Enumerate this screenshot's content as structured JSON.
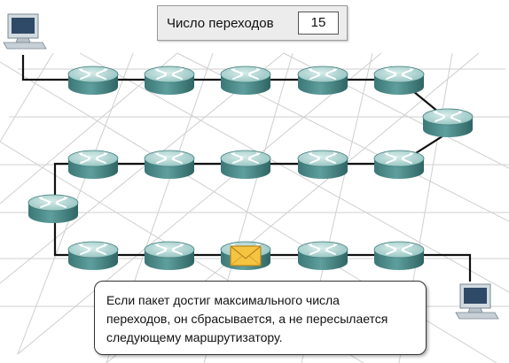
{
  "hop_counter": {
    "label": "Число переходов",
    "value": "15"
  },
  "callout": {
    "lines": [
      "Если пакет достиг максимального числа",
      "переходов, он сбрасывается, а не пересылается",
      "следующему маршрутизатору."
    ]
  },
  "colors": {
    "router_body": "#4f8e8d",
    "router_top": "#b9dcda",
    "link": "#111111",
    "grid": "#c9c9c9",
    "envelope": "#f5c542",
    "pc_body": "#cfd7dd"
  },
  "icons": [
    "computer-icon",
    "router-icon",
    "envelope-icon"
  ]
}
